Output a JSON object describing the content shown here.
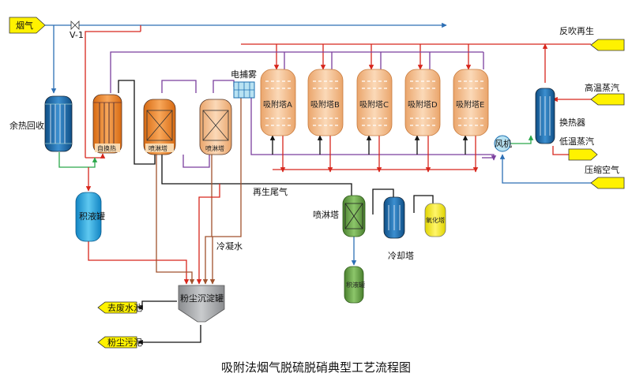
{
  "title": "吸附法烟气脱硫脱硝典型工艺流程图",
  "inputs": {
    "flue_gas": "烟气",
    "valve": "V-1",
    "backflush_regen": "反吹再生",
    "hp_steam": "高温蒸汽",
    "lp_steam": "低温蒸汽",
    "compressed_air": "压缩空气"
  },
  "equipment": {
    "waste_heat": "余热回收",
    "self_hx": "自换热",
    "spray_tower_1": "喷淋塔",
    "spray_tower_2": "喷淋塔",
    "electrostatic": "电捕雾",
    "adsorbers": [
      "吸附塔A",
      "吸附塔B",
      "吸附塔C",
      "吸附塔D",
      "吸附塔E"
    ],
    "heat_exchanger": "换热器",
    "fan": "风机",
    "liquid_tank_1": "积液罐",
    "dust_tank": "粉尘沉淀罐",
    "regen_tail_gas": "再生尾气",
    "spray_tower_3": "喷淋塔",
    "cooling_tower": "冷却塔",
    "oxidation_tower": "氧化塔",
    "liquid_tank_2": "积液罐",
    "condensate": "冷凝水"
  },
  "outputs": {
    "waste_water": "去废水池",
    "dust_sludge": "粉尘污泥"
  },
  "colors": {
    "tag_yellow": "#fff200",
    "blue_vessel": "#1b6fb0",
    "orange_vessel": "#f08a2c",
    "peach_vessel": "#f5c79e",
    "green_vessel": "#6ea84a",
    "cyan_tank": "#29a8e0",
    "grey_tank": "#a7a9ac",
    "pipe_red": "#d7261c",
    "pipe_blue": "#2d6fb5",
    "pipe_purple": "#7b3f9e",
    "pipe_brown": "#a0522d",
    "pipe_teal": "#2a8c8c",
    "pipe_green": "#2aa84a"
  }
}
